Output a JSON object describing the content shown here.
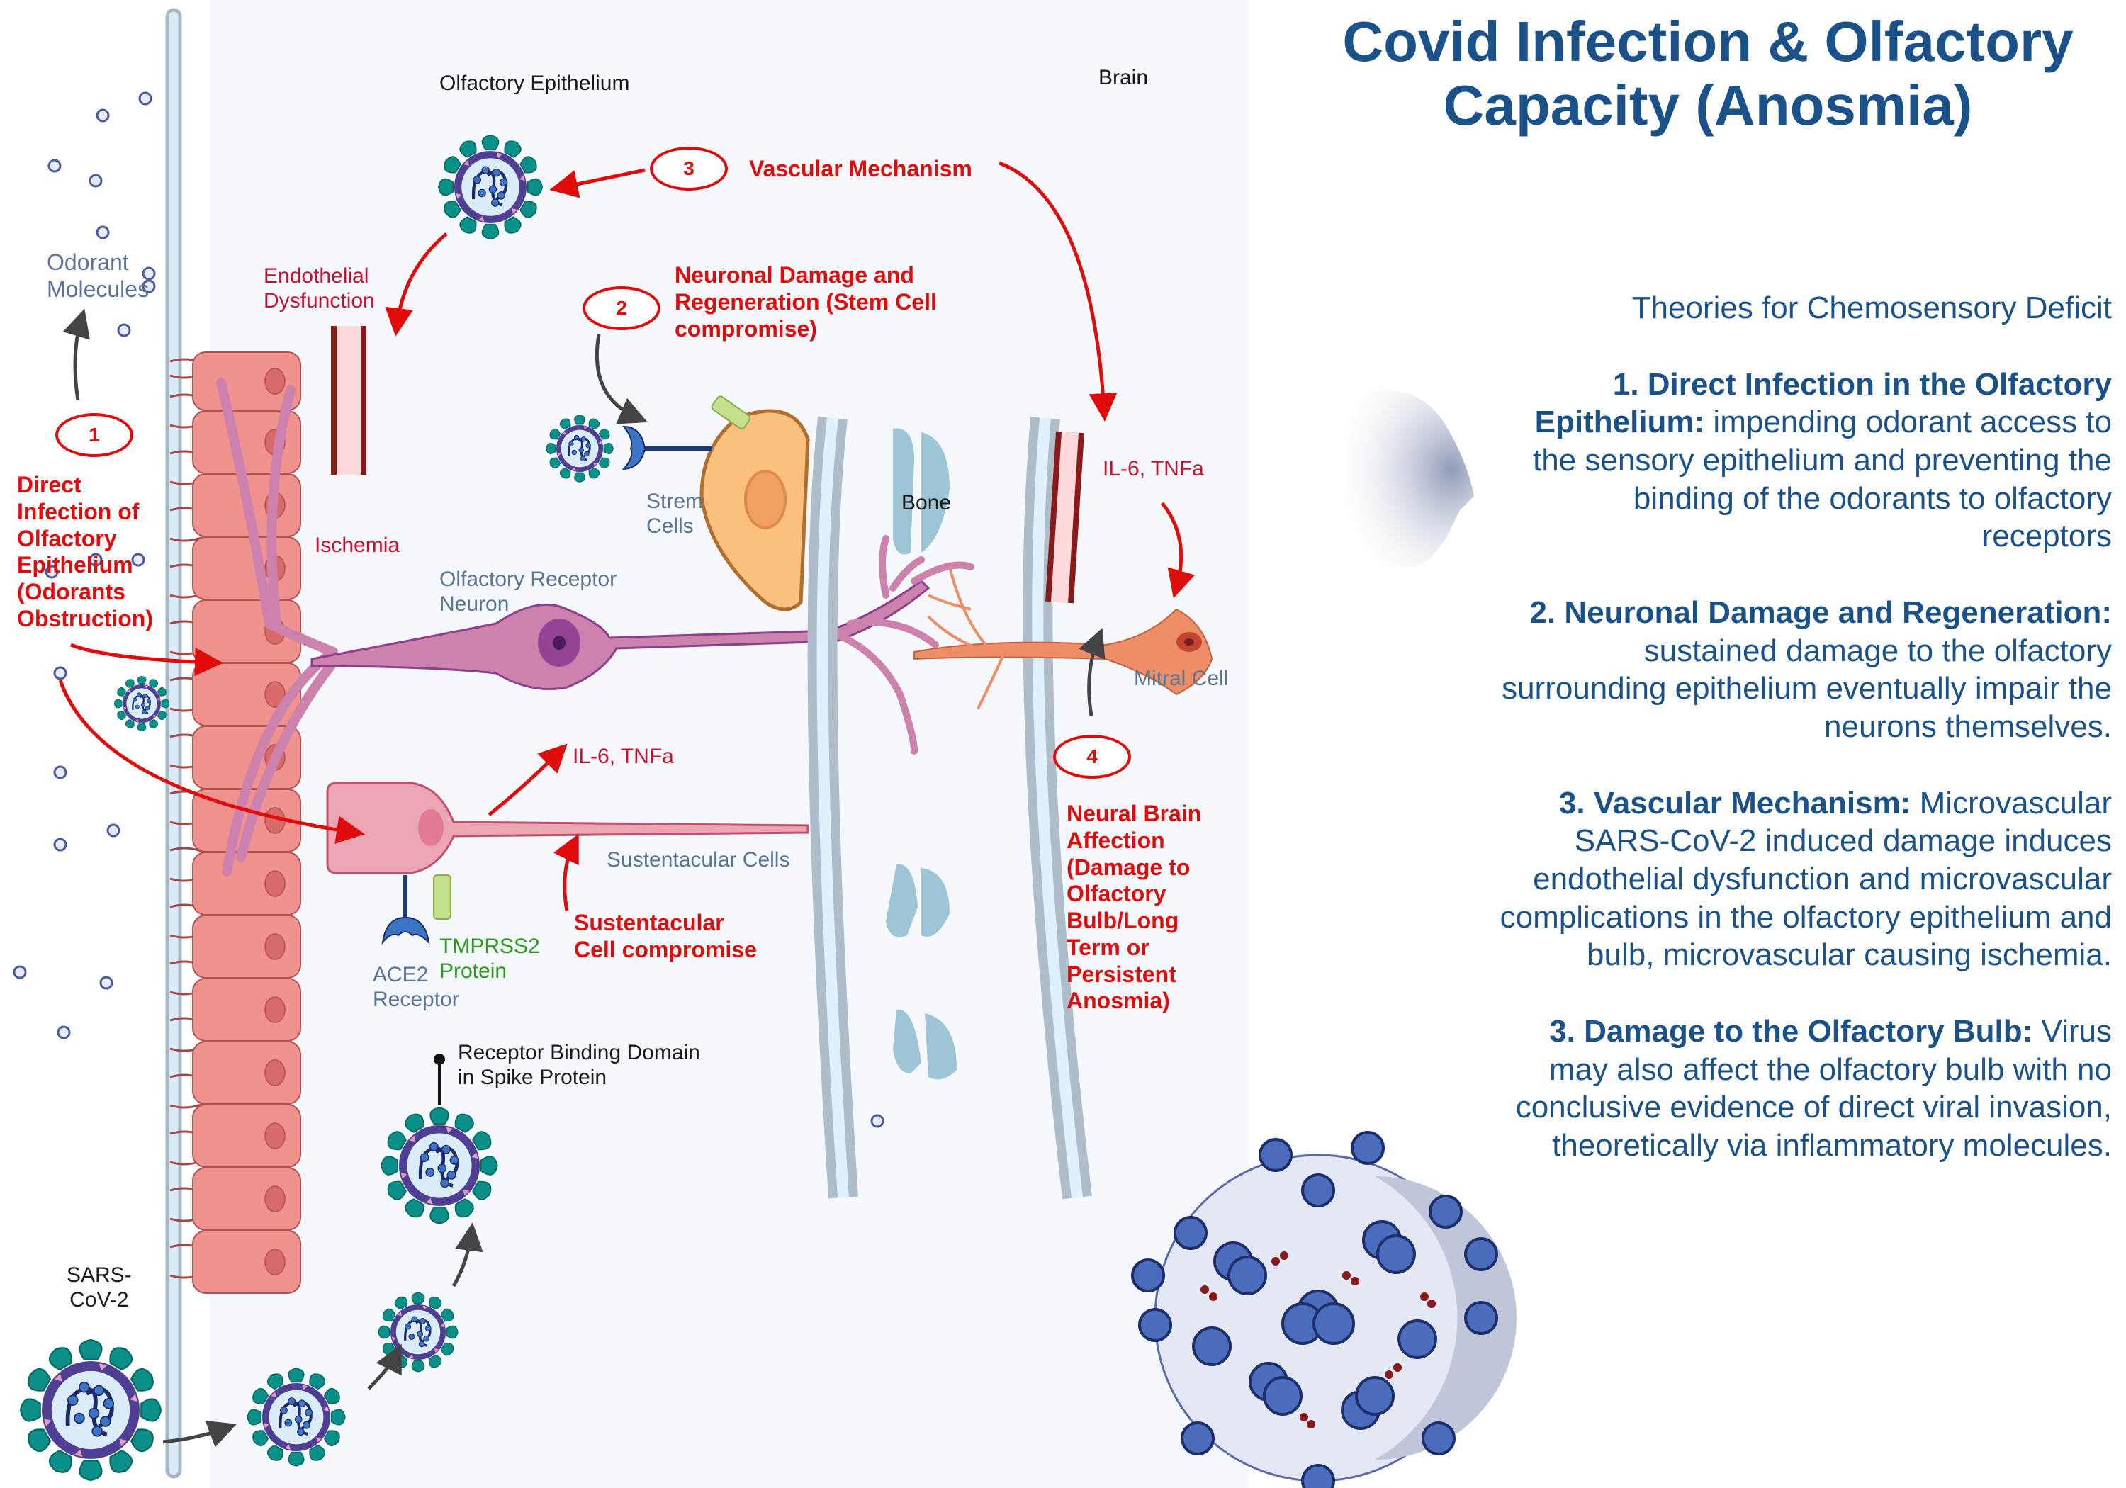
{
  "title": "Covid Infection & Olfactory Capacity (Anosmia)",
  "regions": {
    "epithelium": "Olfactory Epithelium",
    "brain": "Brain"
  },
  "labels": {
    "odorant_molecules": "Odorant\nMolecules",
    "endothelial_dysfunction": "Endothelial\nDysfunction",
    "ischemia": "Ischemia",
    "strem_cells": "Strem\nCells",
    "bone": "Bone",
    "il6_top": "IL-6, TNFa",
    "il6_mid": "IL-6, TNFa",
    "olfactory_receptor_neuron": "Olfactory Receptor\nNeuron",
    "mitral_cell": "Mitral Cell",
    "sustentacular_cells": "Sustentacular Cells",
    "tmprss2": "TMPRSS2\nProtein",
    "ace2": "ACE2\nReceptor",
    "rbd": "Receptor Binding Domain\nin Spike Protein",
    "sars": "SARS-\nCoV-2"
  },
  "mechanisms": [
    {
      "number": "1",
      "label": "Direct\nInfection of\nOlfactory\nEpithelium\n(Odorants\nObstruction)"
    },
    {
      "number": "2",
      "label": "Neuronal Damage and\nRegeneration (Stem Cell\ncompromise)"
    },
    {
      "number": "3",
      "label": "Vascular Mechanism"
    },
    {
      "number": "4",
      "label": "Neural Brain\nAffection\n(Damage to\nOlfactory\nBulb/Long\nTerm or\nPersistent\nAnosmia)"
    }
  ],
  "sustentacular_compromise": "Sustentacular\nCell  compromise",
  "theories": {
    "heading": "Theories for Chemosensory Deficit",
    "items": [
      {
        "title": "1.  Direct Infection in the Olfactory Epithelium:",
        "text": " impending odorant access to the sensory epithelium and preventing the binding of the odorants to olfactory receptors"
      },
      {
        "title": "2. Neuronal Damage and Regeneration:",
        "text": " sustained damage to the olfactory surrounding epithelium  eventually impair the neurons themselves."
      },
      {
        "title": "3. Vascular Mechanism:",
        "text": " Microvascular SARS-CoV-2 induced damage induces endothelial dysfunction and microvascular complications in the olfactory epithelium and bulb, microvascular causing ischemia."
      },
      {
        "title": "3. Damage to the Olfactory Bulb:",
        "text": " Virus may also affect the olfactory bulb with no conclusive evidence of direct viral invasion, theoretically via inflammatory molecules."
      }
    ]
  },
  "colors": {
    "title_blue": "#1a5189",
    "alert_red": "#e00b0b",
    "epithelial_pink": "#f0938f",
    "neuron_purple": "#cc82ac",
    "virus_teal": "#0a9088",
    "virus_purple": "#4f3f94"
  }
}
